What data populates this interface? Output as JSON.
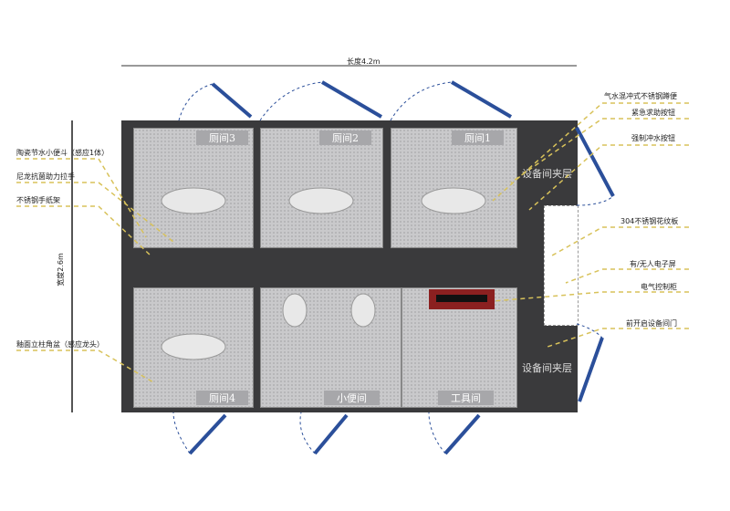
{
  "dimensions": {
    "length": "长度4.2m",
    "width": "宽度2.6m"
  },
  "rooms": {
    "stall3": "厕间3",
    "stall2": "厕间2",
    "stall1": "厕间1",
    "stall4": "厕间4",
    "urinal_room": "小便间",
    "tool_room": "工具间"
  },
  "zones": {
    "equipment_top": "设备间夹层",
    "equipment_bottom": "设备间夹层"
  },
  "callouts_left": [
    "陶瓷节水小便斗（感应1体）",
    "尼龙抗菌助力拉手",
    "不锈钢手纸架",
    "釉面立柱角盆（感应龙头）"
  ],
  "callouts_right": [
    "气水混冲式不锈钢蹲便",
    "紧急求助按钮",
    "强制冲水按钮",
    "304不锈钢花纹板",
    "有/无人电子屏",
    "电气控制柜",
    "前开启设备间门"
  ],
  "colors": {
    "door": "#2b4f9a",
    "wall": "#3a3a3c",
    "leader": "#d8c25a",
    "cabinet": "#8b2020"
  }
}
